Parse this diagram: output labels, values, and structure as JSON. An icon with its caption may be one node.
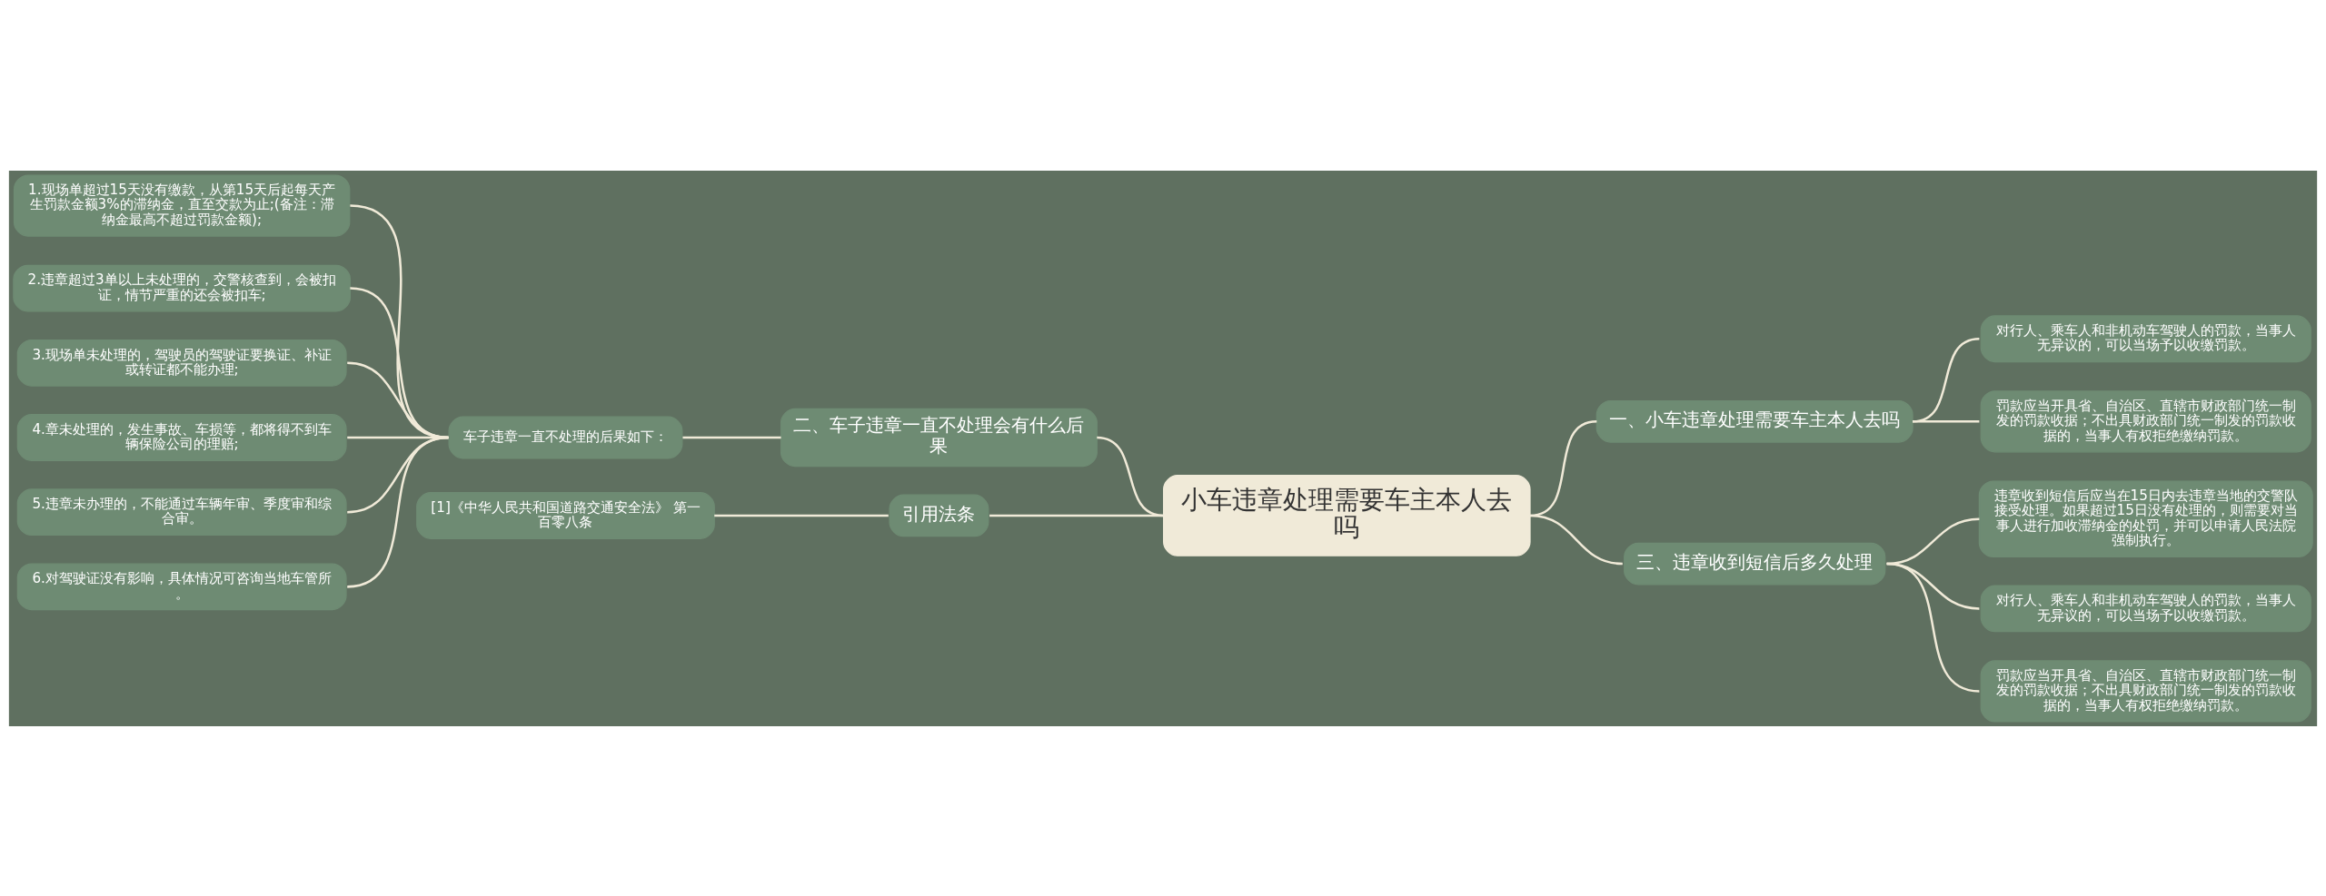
{
  "diagram": {
    "nodes": [
      {
        "text": [
          "小车违章处理需要车主本人去吗"
        ]
      },
      {
        "text": [
          "二、车子违章一直不处理会有什么后果"
        ]
      },
      {
        "text": [
          "车子违章一直不处理的后果如下："
        ]
      },
      {
        "text": [
          "1.现场单超过15天没有缴款，从第15天后起每天产生罚款金额3%的滞纳金，直至交款为止;(备注：滞纳金最高不超过罚款金额);"
        ]
      },
      {
        "text": [
          "2.违章超过3单以上未处理的，交警核查到，会被扣证，情节严重的还会被扣车;"
        ]
      },
      {
        "text": [
          "3.现场单未处理的，驾驶员的驾驶证要换证、补证或转证都不能办理;"
        ]
      },
      {
        "text": [
          "4.章未处理的，发生事故、车损等，都将得不到车辆保险公司的理赔;"
        ]
      },
      {
        "text": [
          "5.违章未办理的，不能通过车辆年审、季度审和综合审。"
        ]
      },
      {
        "text": [
          "6.对驾驶证没有影响，具体情况可咨询当地车管所。"
        ]
      },
      {
        "text": [
          "引用法条"
        ]
      },
      {
        "text": [
          "[1]《中华人民共和国道路交通安全法》 第一百零八条"
        ]
      },
      {
        "text": [
          "一、小车违章处理需要车主本人去吗"
        ]
      },
      {
        "text": [
          "对行人、乘车人和非机动车驾驶人的罚款，当事人无异议的，可以当场予以收缴罚款。"
        ]
      },
      {
        "text": [
          "罚款应当开具省、自治区、直辖市财政部门统一制发的罚款收据；不出具财政部门统一制发的罚款收据的，当事人有权拒绝缴纳罚款。"
        ]
      },
      {
        "text": [
          "三、违章收到短信后多久处理"
        ]
      },
      {
        "text": [
          "违章收到短信后应当在15日内去违章当地的交警队接受处理。如果超过15日没有处理的，则需要对当事人进行加收滞纳金的处罚，并可以申请人民法院强制执行。"
        ]
      },
      {
        "text": [
          "对行人、乘车人和非机动车驾驶人的罚款，当事人无异议的，可以当场予以收缴罚款。"
        ]
      },
      {
        "text": [
          "罚款应当开具省、自治区、直辖市财政部门统一制发的罚款收据；不出具财政部门统一制发的罚款收据的，当事人有权拒绝缴纳罚款。"
        ]
      }
    ],
    "edges": [
      {
        "from": 0,
        "to": 1,
        "arrow": "none"
      },
      {
        "from": 1,
        "to": 2,
        "arrow": "none"
      },
      {
        "from": 2,
        "to": 3,
        "arrow": "none"
      },
      {
        "from": 2,
        "to": 4,
        "arrow": "none"
      },
      {
        "from": 2,
        "to": 5,
        "arrow": "none"
      },
      {
        "from": 2,
        "to": 6,
        "arrow": "none"
      },
      {
        "from": 2,
        "to": 7,
        "arrow": "none"
      },
      {
        "from": 2,
        "to": 8,
        "arrow": "none"
      },
      {
        "from": 0,
        "to": 9,
        "arrow": "none"
      },
      {
        "from": 9,
        "to": 10,
        "arrow": "none"
      },
      {
        "from": 0,
        "to": 11,
        "arrow": "none"
      },
      {
        "from": 11,
        "to": 12,
        "arrow": "none"
      },
      {
        "from": 11,
        "to": 13,
        "arrow": "none"
      },
      {
        "from": 0,
        "to": 14,
        "arrow": "none"
      },
      {
        "from": 14,
        "to": 15,
        "arrow": "none"
      },
      {
        "from": 14,
        "to": 16,
        "arrow": "none"
      },
      {
        "from": 14,
        "to": 17,
        "arrow": "none"
      }
    ]
  }
}
